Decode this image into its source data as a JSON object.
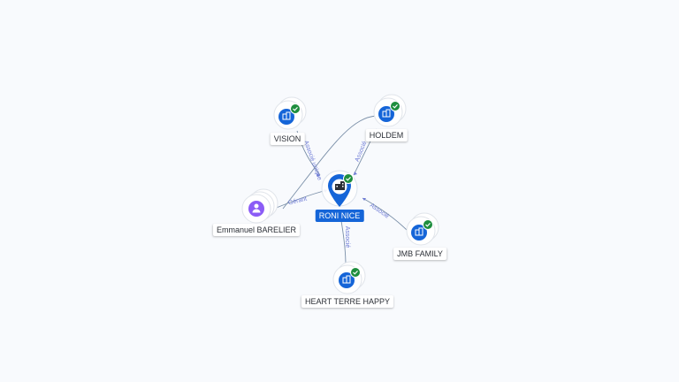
{
  "graph": {
    "center": {
      "label": "RONI NICE",
      "type": "company"
    },
    "nodes": [
      {
        "id": "vision",
        "label": "VISION",
        "type": "company",
        "verified": true
      },
      {
        "id": "holdem",
        "label": "HOLDEM",
        "type": "company",
        "verified": true
      },
      {
        "id": "emmanuel",
        "label": "Emmanuel BARELIER",
        "type": "person",
        "verified": false
      },
      {
        "id": "jmb",
        "label": "JMB FAMILY",
        "type": "company",
        "verified": true
      },
      {
        "id": "heart",
        "label": "HEART TERRE HAPPY",
        "type": "company",
        "verified": true
      }
    ],
    "edges": [
      {
        "label": "Associé unique",
        "from": "vision"
      },
      {
        "label": "Associé",
        "from": "holdem"
      },
      {
        "label": "Gérant",
        "from": "emmanuel"
      },
      {
        "label": "Associé",
        "from": "jmb"
      },
      {
        "label": "Associé",
        "from": "heart"
      }
    ]
  },
  "colors": {
    "company_icon": "#1565d8",
    "person_icon": "#8b5cf6",
    "verified_badge": "#1e8e3e",
    "edge": "#7a8fa8",
    "edge_label": "#6e7bd6"
  }
}
